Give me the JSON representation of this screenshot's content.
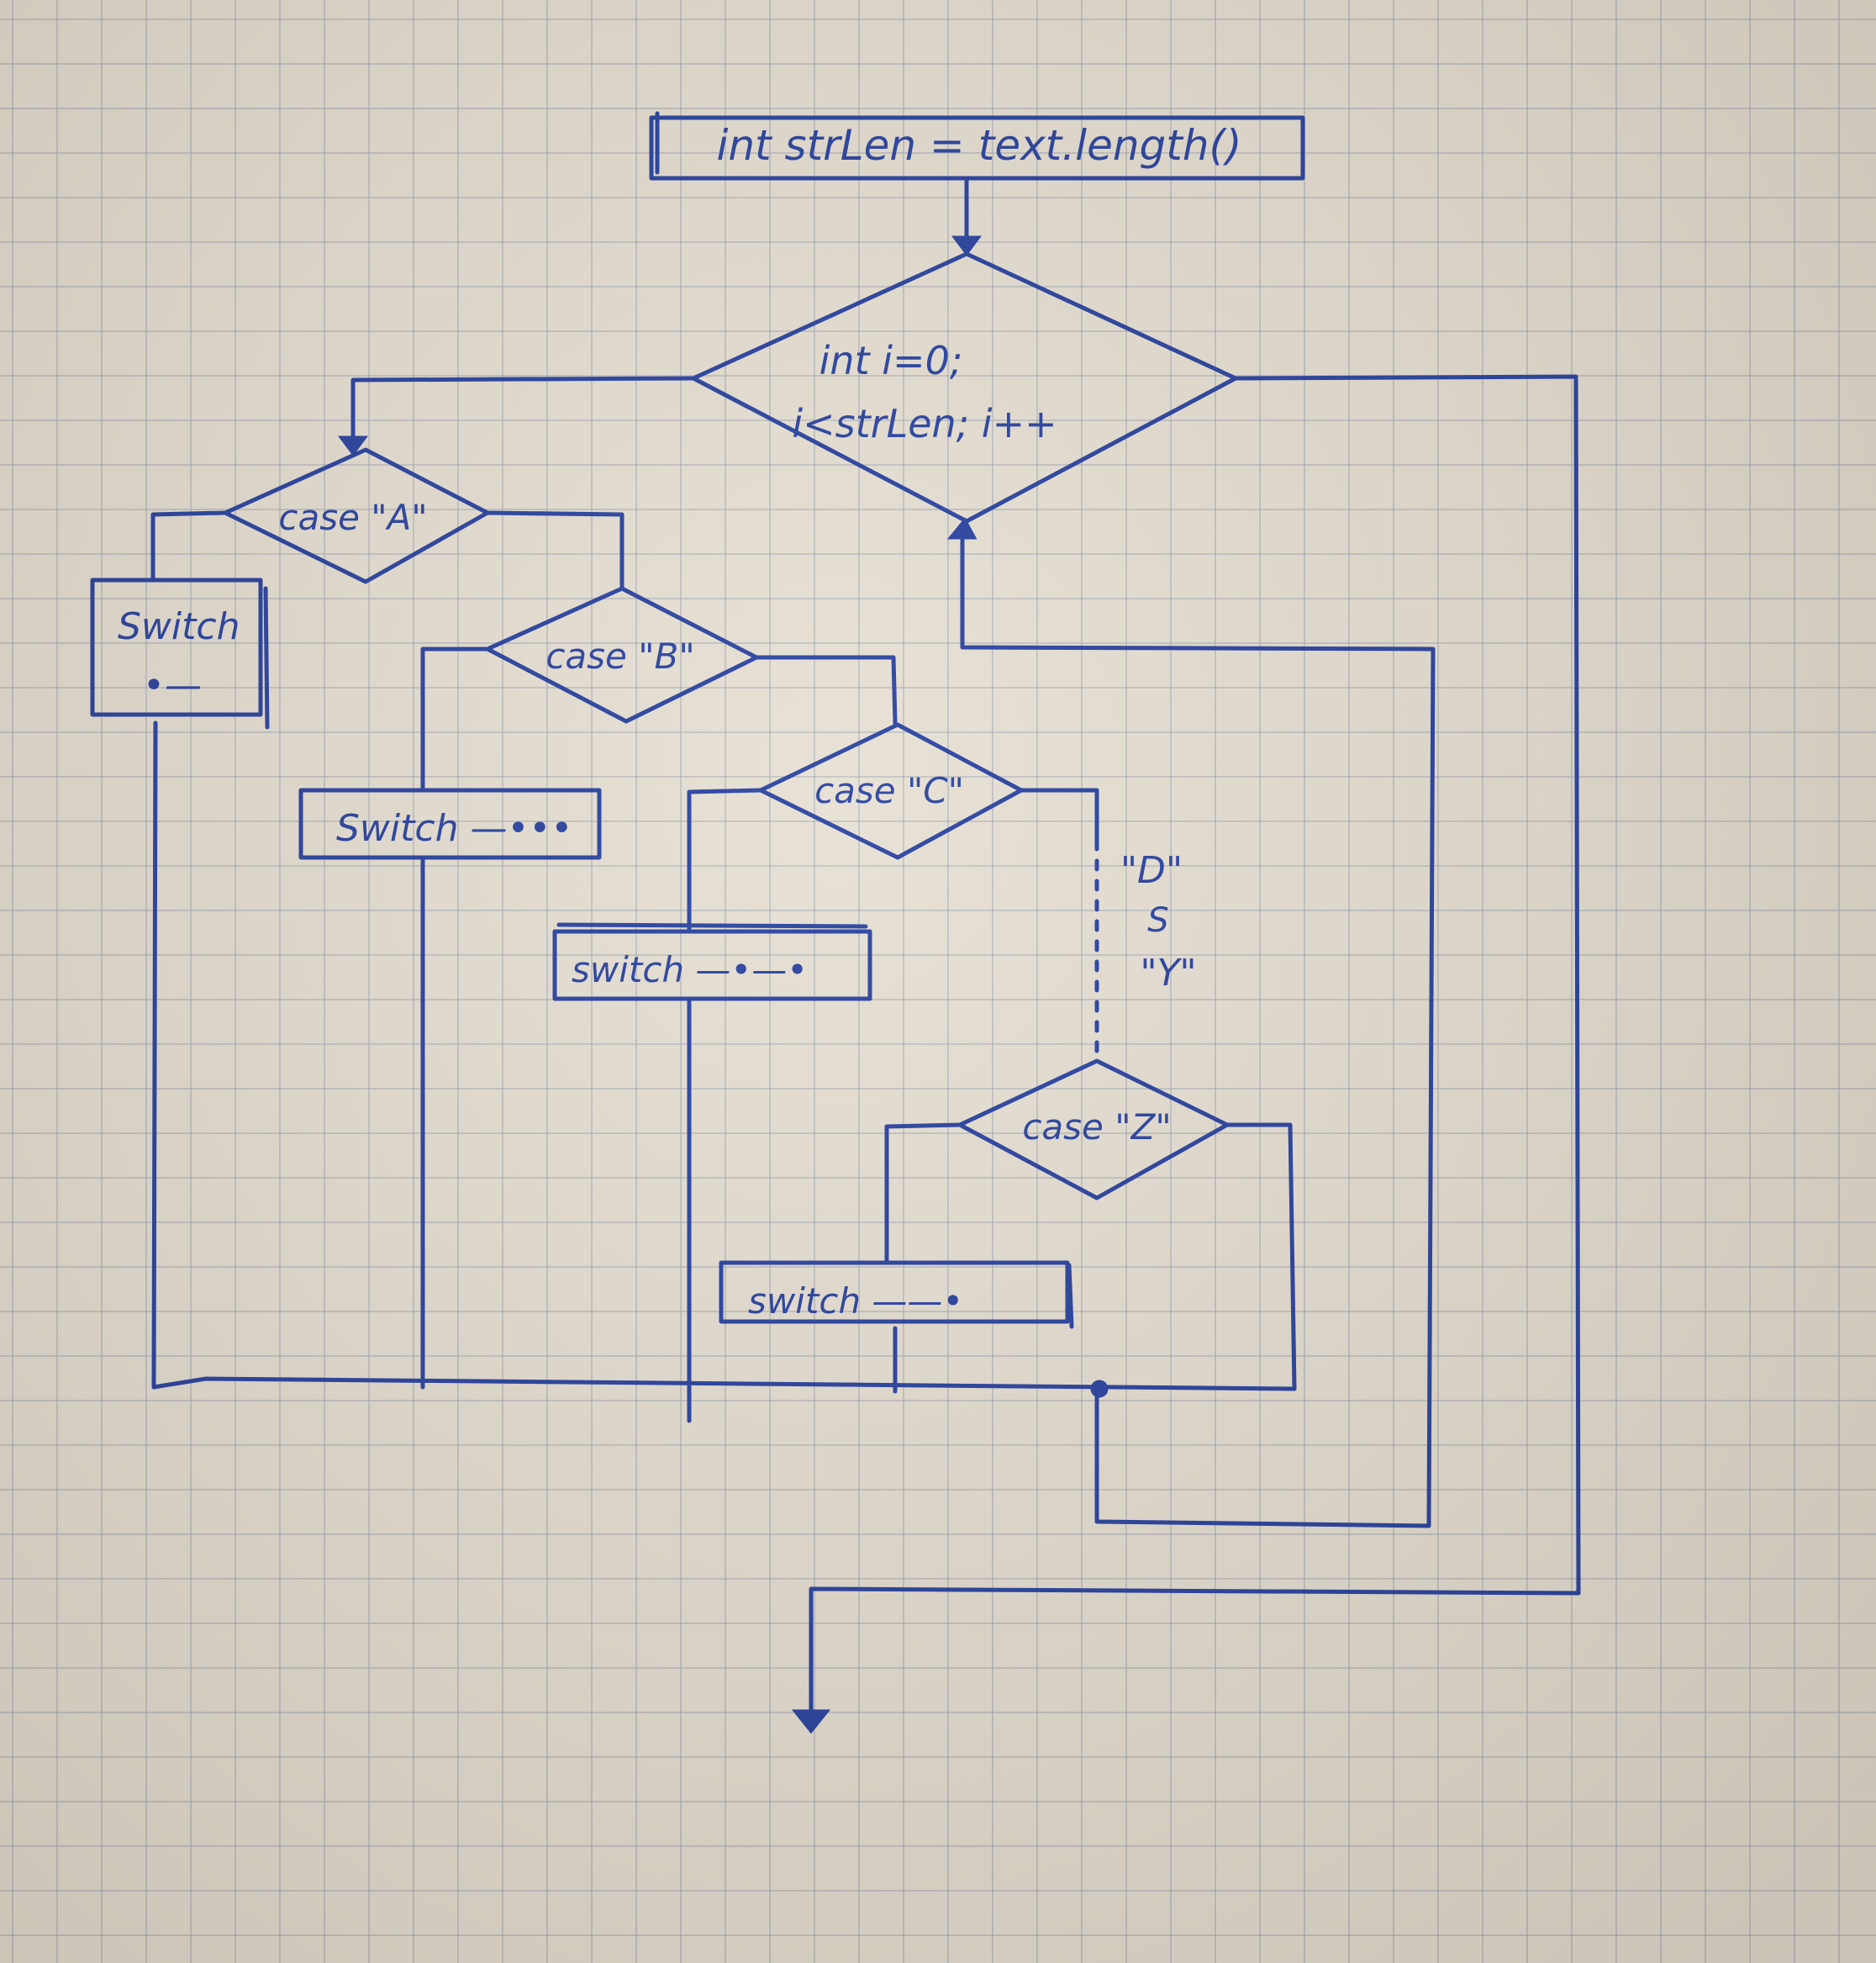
{
  "diagram": {
    "init_box": "int strLen = text.length()",
    "loop_line1": "int i=0;",
    "loop_line2": "i<strLen; i++",
    "case_a": "case \"A\"",
    "case_b": "case \"B\"",
    "case_c": "case \"C\"",
    "case_z": "case \"Z\"",
    "switch_a_line1": "Switch",
    "switch_a_line2": "•—",
    "switch_b": "Switch —•••",
    "switch_c": "switch —•—•",
    "switch_z": "switch ——•",
    "range_start": "\"D\"",
    "range_sym": "S",
    "range_end": "\"Y\"",
    "ink_color": "#1f3a9c",
    "paper_color": "#e6dfd2"
  }
}
